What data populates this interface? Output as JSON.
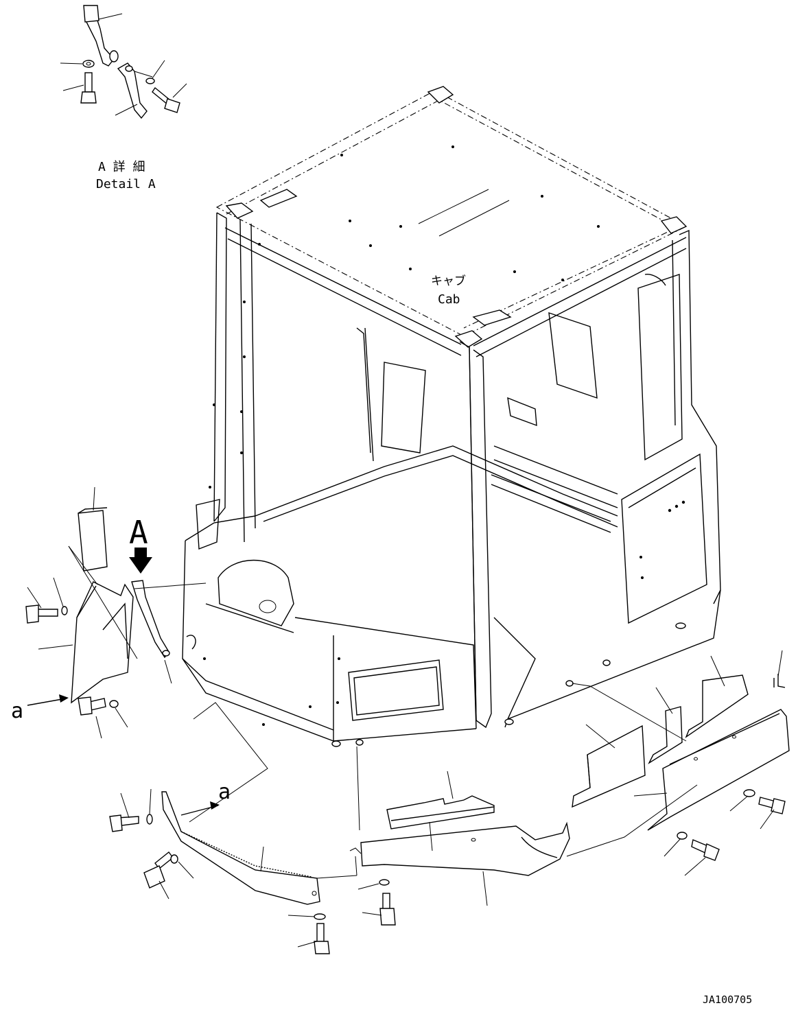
{
  "detail_label": {
    "jp": "A 詳 細",
    "en": "Detail A"
  },
  "cab_label": {
    "jp": "キャブ",
    "en": "Cab"
  },
  "view_marker": "A",
  "ref_marker": "a",
  "drawing_id": "JA100705"
}
